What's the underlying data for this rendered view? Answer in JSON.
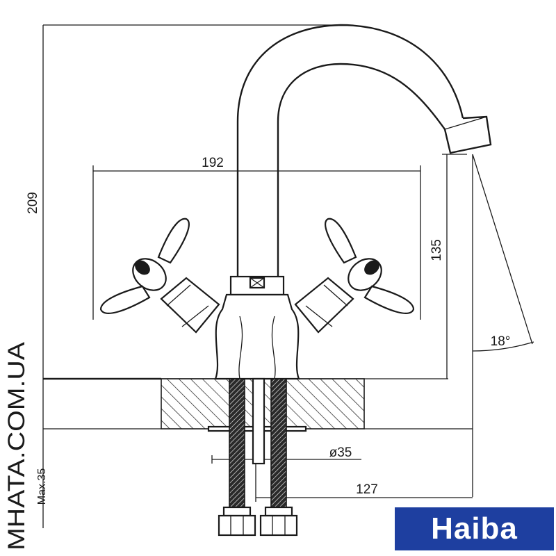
{
  "dimensions": {
    "height_total": "209",
    "handle_span": "192",
    "spout_height": "135",
    "spout_angle": "18°",
    "hole_diameter": "ø35",
    "spout_reach": "127",
    "max_thickness": "Max.35"
  },
  "watermark": "MHATA.COM.UA",
  "brand": {
    "name": "Haiba",
    "color": "#1e3fa0"
  }
}
